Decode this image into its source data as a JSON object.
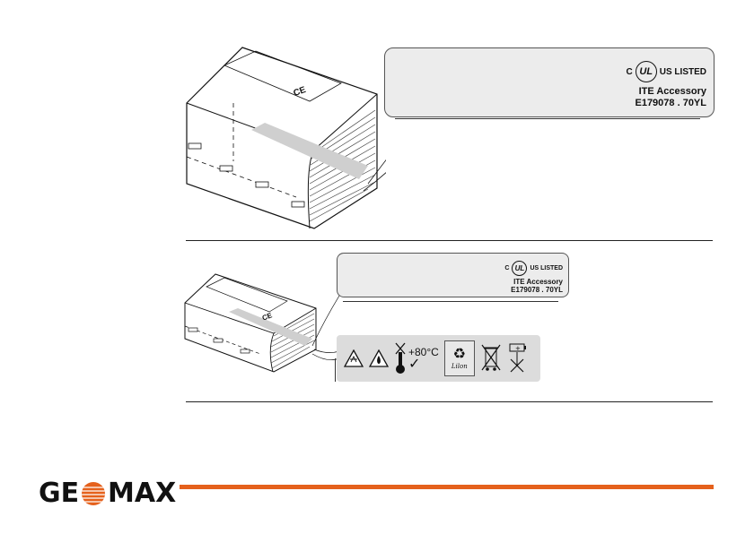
{
  "label_large": {
    "ul_c": "C",
    "ul_mark": "UL",
    "ul_listed": "US LISTED",
    "accessory": "ITE Accessory",
    "code": "E179078 . 70YL"
  },
  "label_small": {
    "ul_c": "C",
    "ul_mark": "UL",
    "ul_listed": "US LISTED",
    "accessory": "ITE Accessory",
    "code": "E179078 . 70YL"
  },
  "battery_large": {
    "ce_mark": "CE"
  },
  "battery_small": {
    "ce_mark": "CE"
  },
  "warning_strip": {
    "temperature": "+80°C",
    "chemistry": "Lilon"
  },
  "logo": {
    "left": "GE",
    "right": "MAX"
  },
  "colors": {
    "accent": "#e5611c",
    "label_bg": "#ececec",
    "strip_bg": "#dcdcdc"
  }
}
